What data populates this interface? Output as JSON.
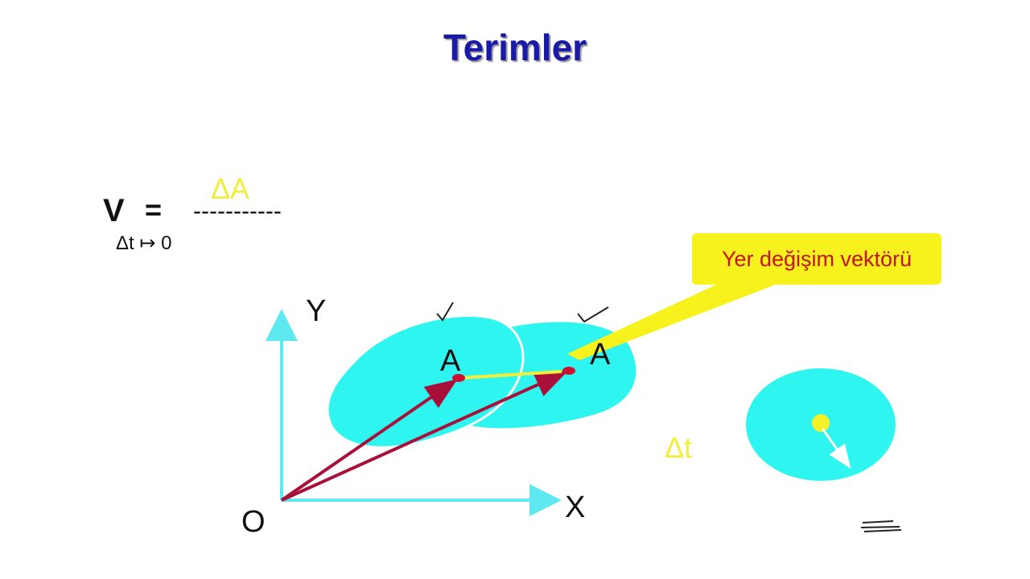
{
  "slide": {
    "title": "Terimler"
  },
  "equation": {
    "lhs": "V",
    "equals": "=",
    "numerator": "ΔA",
    "fraction_line": "-----------",
    "limit": "Δt ↦ 0"
  },
  "callout": {
    "text": "Yer değişim vektörü"
  },
  "diagram": {
    "axis_y_label": "Y",
    "axis_x_label": "X",
    "origin_label": "O",
    "point_a_label": "A",
    "point_a_prime_label": "A",
    "delta_t_label": "Δt"
  },
  "colors": {
    "title": "#1a1aa8",
    "cyan_body": "#2ef5f0",
    "axis": "#5ee8f0",
    "vector": "#a8103a",
    "callout_bg": "#f7f21e",
    "callout_text": "#c41414",
    "highlight_yellow": "#f3ee3a"
  }
}
